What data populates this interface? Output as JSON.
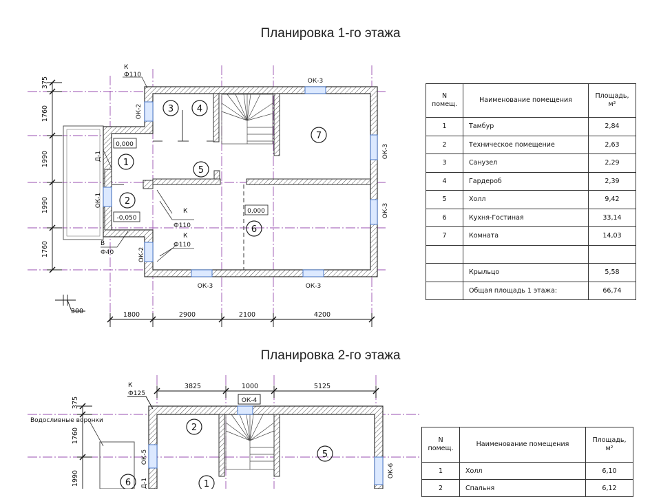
{
  "floor1": {
    "title": "Планировка 1-го этажа",
    "table": {
      "headers": [
        "N помещ.",
        "Наименование помещения",
        "Площадь, м²"
      ],
      "rows": [
        [
          "1",
          "Тамбур",
          "2,84"
        ],
        [
          "2",
          "Техническое помещение",
          "2,63"
        ],
        [
          "3",
          "Санузел",
          "2,29"
        ],
        [
          "4",
          "Гардероб",
          "2,39"
        ],
        [
          "5",
          "Холл",
          "9,42"
        ],
        [
          "6",
          "Кухня-Гостиная",
          "33,14"
        ],
        [
          "7",
          "Комната",
          "14,03"
        ],
        [
          "",
          "",
          ""
        ],
        [
          "",
          "Крыльцо",
          "5,58"
        ],
        [
          "",
          "Общая площадь 1 этажа:",
          "66,74"
        ]
      ]
    },
    "dims_bottom": [
      "1800",
      "2900",
      "2100",
      "4200"
    ],
    "dims_left": [
      "375",
      "1760",
      "1990",
      "1990",
      "1760"
    ],
    "dim_300": "300",
    "room_numbers": [
      "1",
      "2",
      "3",
      "4",
      "5",
      "6",
      "7"
    ],
    "windows": [
      "ОК-3",
      "ОК-3",
      "ОК-3",
      "ОК-3",
      "ОК-3",
      "ОК-2",
      "ОК-2",
      "ОК-1"
    ],
    "door": "Д-1",
    "levels": [
      "0,000",
      "-0,050",
      "0,000"
    ],
    "pipes": [
      {
        "k": "К",
        "d": "Ф110"
      },
      {
        "k": "К",
        "d": "Ф110"
      },
      {
        "k": "К",
        "d": "Ф110"
      },
      {
        "k": "В",
        "d": "Ф40"
      }
    ]
  },
  "floor2": {
    "title": "Планировка 2-го этажа",
    "table": {
      "headers": [
        "N помещ.",
        "Наименование помещения",
        "Площадь, м²"
      ],
      "rows": [
        [
          "1",
          "Холл",
          "6,10"
        ],
        [
          "2",
          "Спальня",
          "6,12"
        ]
      ]
    },
    "dims_top": [
      "3825",
      "1000",
      "5125"
    ],
    "dims_left": [
      "375",
      "1760",
      "1990"
    ],
    "room_numbers": [
      "1",
      "2",
      "5",
      "6"
    ],
    "windows": [
      "ОК-4",
      "ОК-5",
      "ОК-6"
    ],
    "door": "Д-1",
    "pipe": {
      "k": "К",
      "d": "Ф125"
    },
    "note": "Водосливные воронки"
  }
}
